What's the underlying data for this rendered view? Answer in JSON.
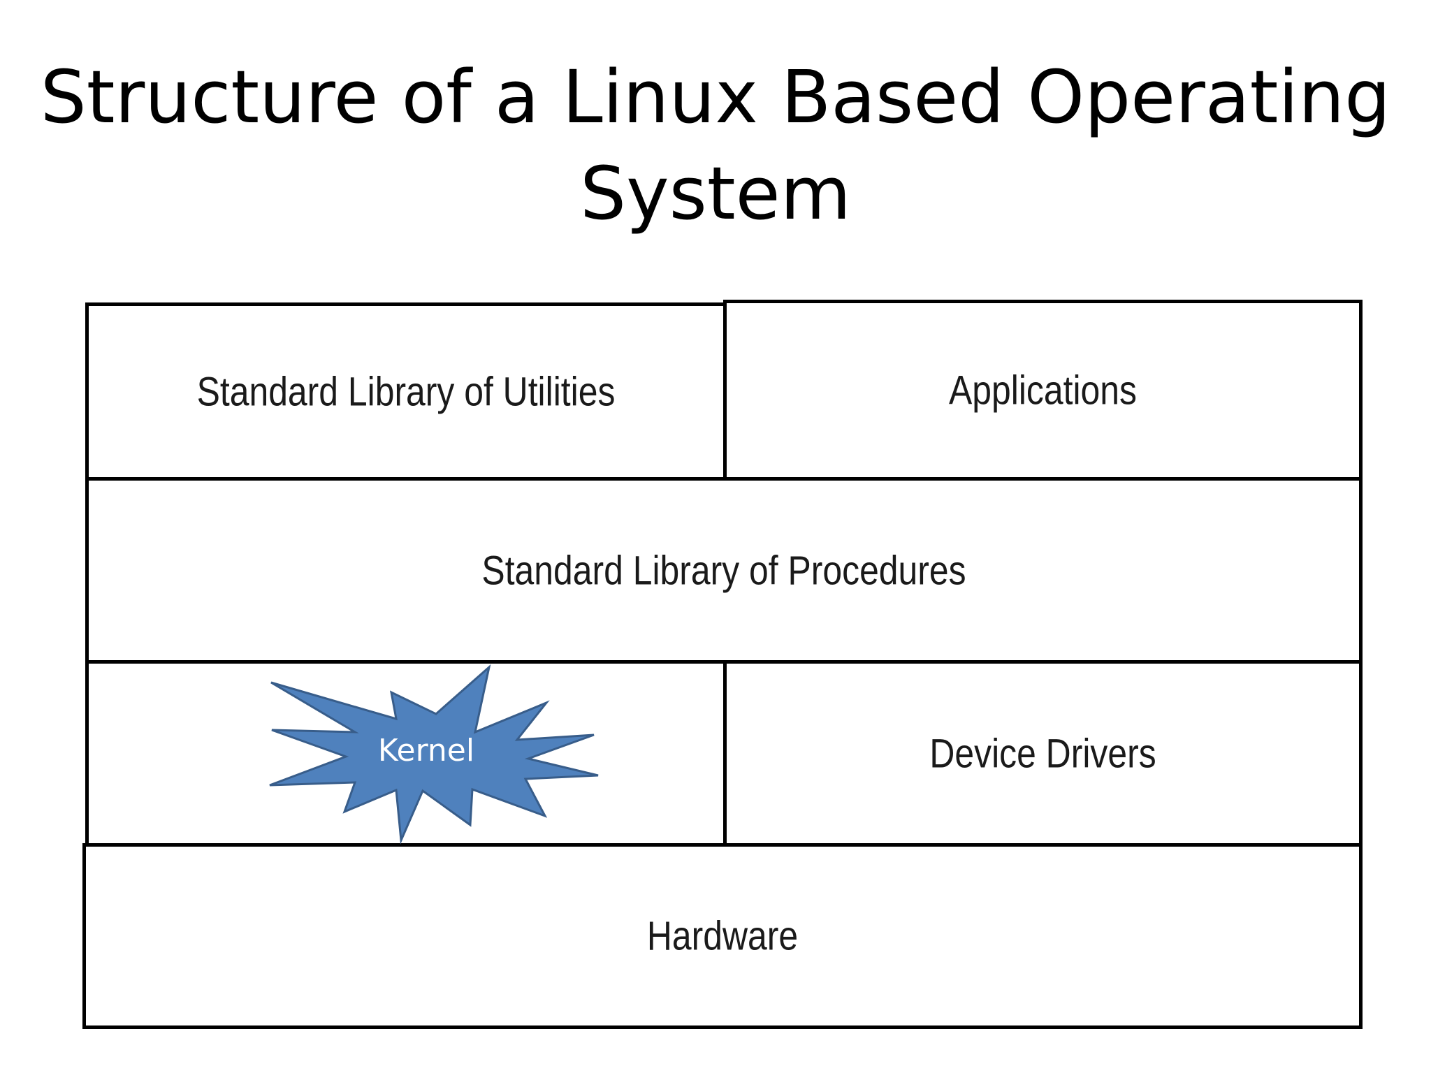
{
  "title": "Structure of a Linux Based Operating System",
  "layers": {
    "utilities": "Standard Library of Utilities",
    "applications": "Applications",
    "procedures": "Standard Library of Procedures",
    "kernel": "Kernel",
    "device_drivers": "Device Drivers",
    "hardware": "Hardware"
  },
  "colors": {
    "kernel_fill": "#4f81bd",
    "kernel_stroke": "#385d8a",
    "border": "#000000"
  }
}
